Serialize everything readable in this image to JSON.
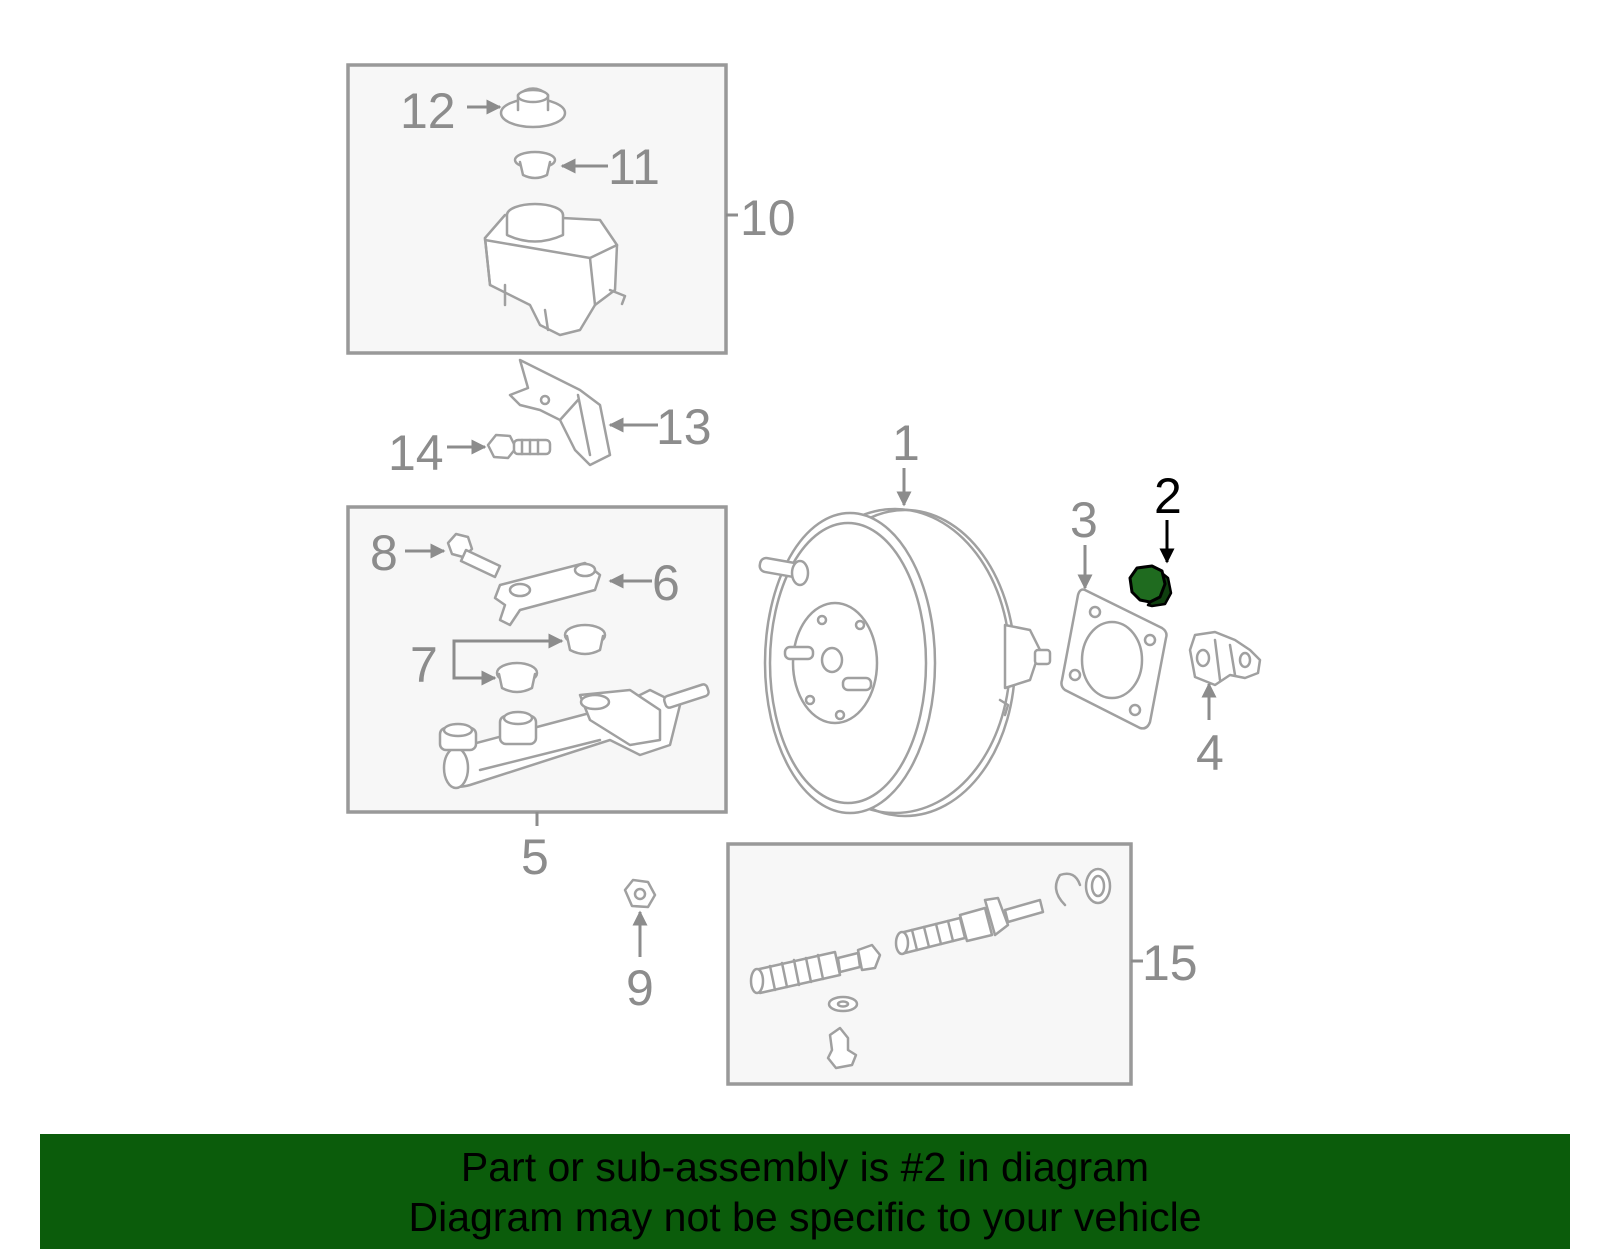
{
  "highlight_color": "#1f6b1f",
  "banner_color": "#0b5c0b",
  "callouts": {
    "c1": "1",
    "c2": "2",
    "c3": "3",
    "c4": "4",
    "c5": "5",
    "c6": "6",
    "c7": "7",
    "c8": "8",
    "c9": "9",
    "c10": "10",
    "c11": "11",
    "c12": "12",
    "c13": "13",
    "c14": "14",
    "c15": "15"
  },
  "banner": {
    "line1": "Part or sub-assembly is #2 in diagram",
    "line2": "Diagram may not be specific to your vehicle"
  }
}
